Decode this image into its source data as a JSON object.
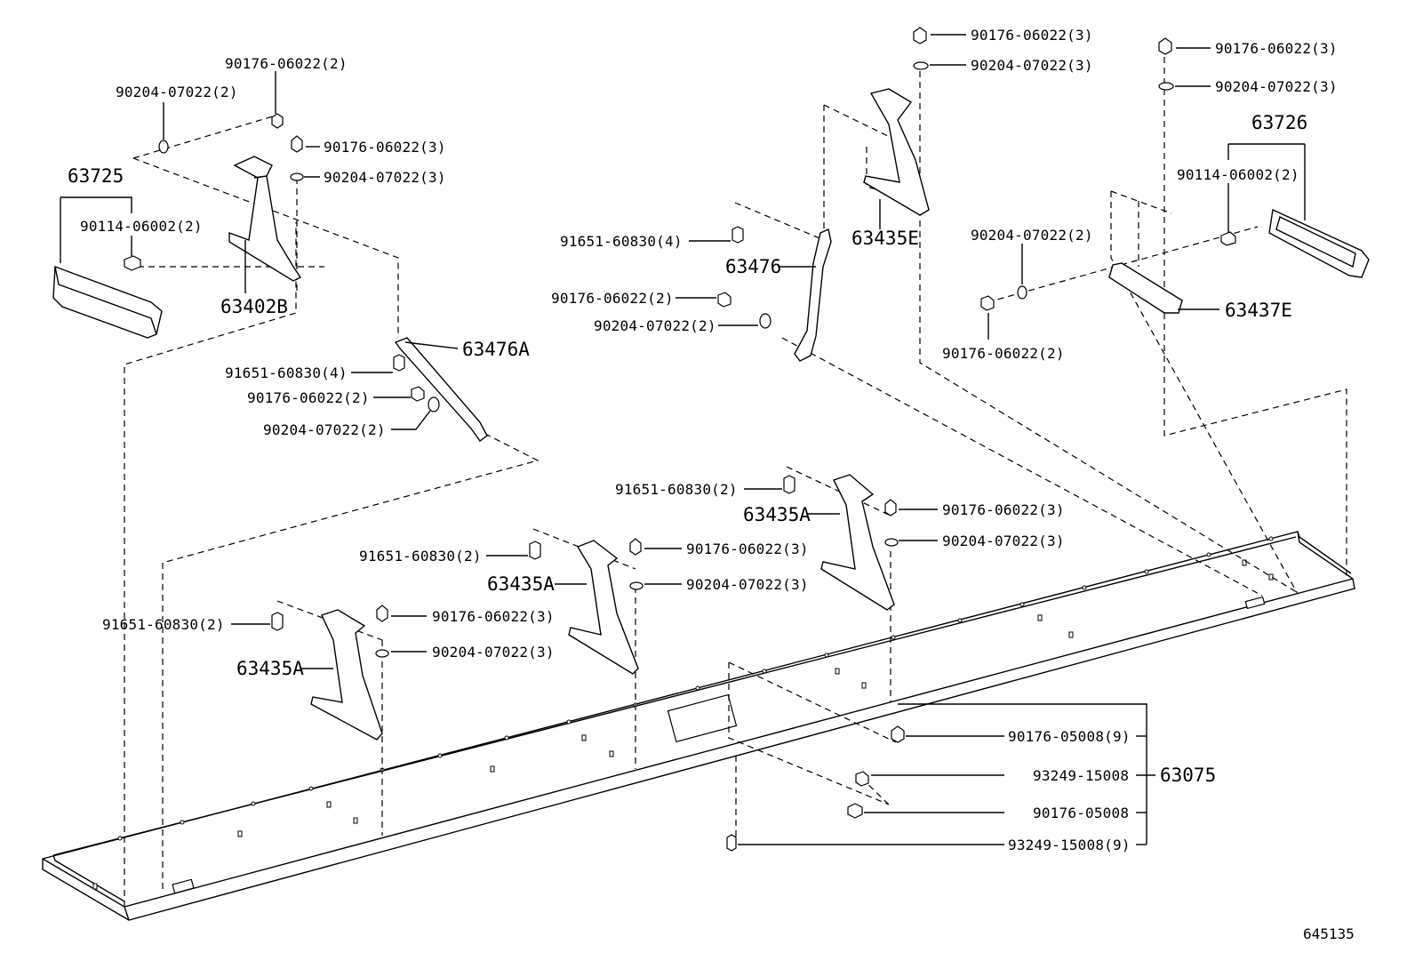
{
  "diagram_id": "645135",
  "labels": {
    "l_90176_06022_2_a": "90176-06022(2)",
    "l_90204_07022_2_a": "90204-07022(2)",
    "l_90176_06022_3_a": "90176-06022(3)",
    "l_90204_07022_3_a": "90204-07022(3)",
    "l_63725": "63725",
    "l_90114_06002_2_a": "90114-06002(2)",
    "l_63402B": "63402B",
    "l_63476A": "63476A",
    "l_91651_60830_4_a": "91651-60830(4)",
    "l_90176_06022_2_b": "90176-06022(2)",
    "l_90204_07022_2_b": "90204-07022(2)",
    "l_91651_60830_4_b": "91651-60830(4)",
    "l_63476": "63476",
    "l_90176_06022_2_c": "90176-06022(2)",
    "l_90204_07022_2_c": "90204-07022(2)",
    "l_90176_06022_3_b": "90176-06022(3)",
    "l_90204_07022_3_b": "90204-07022(3)",
    "l_63435E": "63435E",
    "l_90176_06022_3_c": "90176-06022(3)",
    "l_90204_07022_3_c": "90204-07022(3)",
    "l_63726": "63726",
    "l_90114_06002_2_b": "90114-06002(2)",
    "l_90204_07022_2_d": "90204-07022(2)",
    "l_63437E": "63437E",
    "l_90176_06022_2_d": "90176-06022(2)",
    "l_91651_60830_2_a": "91651-60830(2)",
    "l_63435A_a": "63435A",
    "l_90176_06022_3_d": "90176-06022(3)",
    "l_90204_07022_3_d": "90204-07022(3)",
    "l_91651_60830_2_b": "91651-60830(2)",
    "l_63435A_b": "63435A",
    "l_90176_06022_3_e": "90176-06022(3)",
    "l_90204_07022_3_e": "90204-07022(3)",
    "l_91651_60830_2_c": "91651-60830(2)",
    "l_63435A_c": "63435A",
    "l_90176_06022_3_f": "90176-06022(3)",
    "l_90204_07022_3_f": "90204-07022(3)",
    "l_90176_05008_9": "90176-05008(9)",
    "l_93249_15008": "93249-15008",
    "l_63075": "63075",
    "l_90176_05008": "90176-05008",
    "l_93249_15008_9": "93249-15008(9)"
  }
}
